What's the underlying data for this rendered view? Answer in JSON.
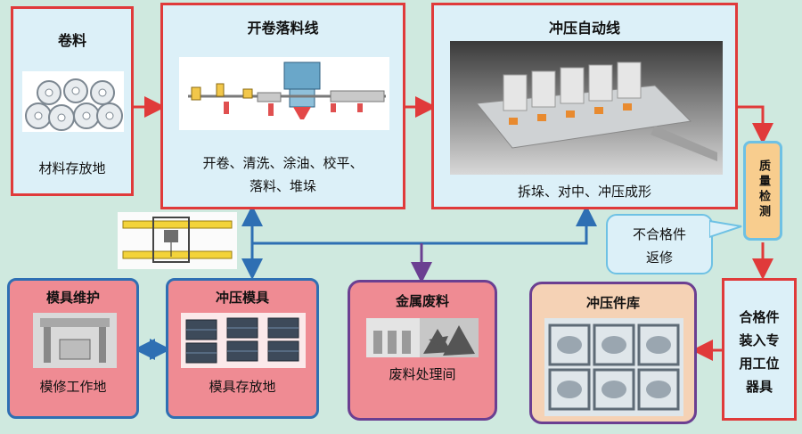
{
  "coil": {
    "title": "卷料",
    "caption": "材料存放地"
  },
  "uncoil": {
    "title": "开卷落料线",
    "caption_line1": "开卷、清洗、涂油、校平、",
    "caption_line2": "落料、堆垛"
  },
  "press_line": {
    "title": "冲压自动线",
    "caption": "拆垛、对中、冲压成形"
  },
  "quality": {
    "title": "质量检测"
  },
  "rework": {
    "line1": "不合格件",
    "line2": "返修"
  },
  "die_maint": {
    "title": "模具维护",
    "caption": "模修工作地"
  },
  "dies": {
    "title": "冲压模具",
    "caption": "模具存放地"
  },
  "scrap": {
    "title": "金属废料",
    "caption": "废料处理间"
  },
  "parts_store": {
    "title": "冲压件库"
  },
  "qualified": {
    "line1": "合格件",
    "line2": "装入专",
    "line3": "用工位",
    "line4": "器具"
  },
  "colors": {
    "red": "#e03a3a",
    "blue": "#2e6fb3",
    "purple": "#6b3f91",
    "background": "#cfe9df"
  }
}
